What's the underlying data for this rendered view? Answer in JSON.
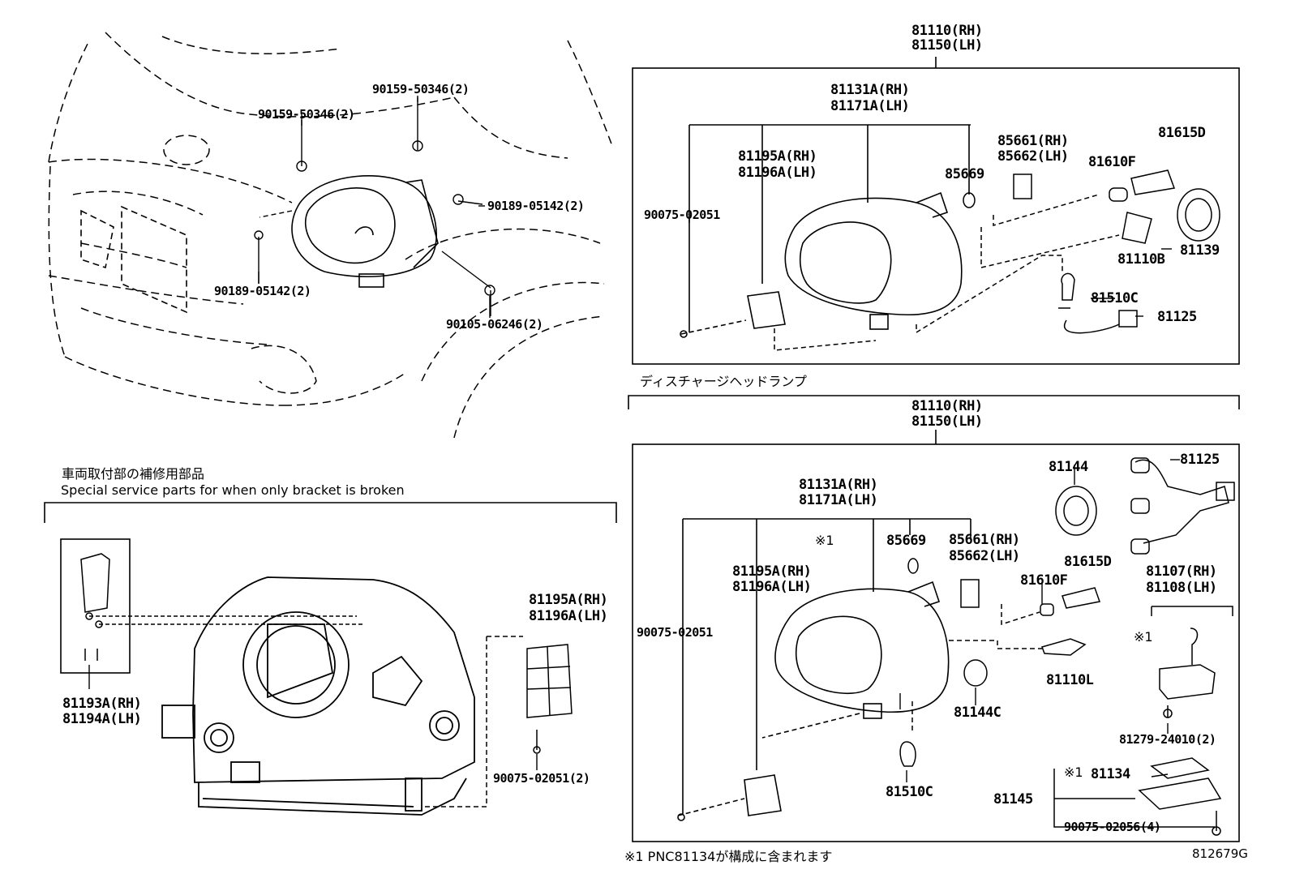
{
  "diagram_id": "812679G",
  "car_view": {
    "bolt_upper_left": "90159-50346(2)",
    "bolt_upper_right": "90159-50346(2)",
    "clip_right": "90189-05142(2)",
    "clip_left": "90189-05142(2)",
    "bolt_lower": "90105-06246(2)"
  },
  "bracket_section": {
    "title_jp": "車両取付部の補修用部品",
    "title_en": "Special service parts for when only bracket is broken",
    "bracket_rh": "81193A(RH)",
    "bracket_lh": "81194A(LH)",
    "adjuster_rh": "81195A(RH)",
    "adjuster_lh": "81196A(LH)",
    "screw": "90075-02051(2)"
  },
  "halogen": {
    "assy_rh": "81110(RH)",
    "assy_lh": "81150(LH)",
    "unit_rh": "81131A(RH)",
    "unit_lh": "81171A(LH)",
    "adjuster_rh": "81195A(RH)",
    "adjuster_lh": "81196A(LH)",
    "screw": "90075-02051",
    "gasket": "85669",
    "motor_rh": "85661(RH)",
    "motor_lh": "85662(LH)",
    "bulb_f": "81610F",
    "socket_d": "81615D",
    "bulb_b": "81110B",
    "cover": "81139",
    "bulb_c": "81510C",
    "socket_wire": "81125"
  },
  "discharge": {
    "title_jp": "ディスチャージヘッドランプ",
    "assy_rh": "81110(RH)",
    "assy_lh": "81150(LH)",
    "unit_rh": "81131A(RH)",
    "unit_lh": "81171A(LH)",
    "unit_mark": "※1",
    "adjuster_rh": "81195A(RH)",
    "adjuster_lh": "81196A(LH)",
    "screw": "90075-02051",
    "gasket": "85669",
    "motor_rh": "85661(RH)",
    "motor_lh": "85662(LH)",
    "cover": "81144",
    "wire": "81125",
    "bulb_f": "81610F",
    "socket_d": "81615D",
    "bulb_l": "81110L",
    "cap": "81144C",
    "bulb_c": "81510C",
    "ballast_rh": "81107(RH)",
    "ballast_lh": "81108(LH)",
    "ballast_mark": "※1",
    "bolt": "81279-24010(2)",
    "computer_mark": "※1",
    "computer": "81134",
    "bracket": "81145",
    "screw2": "90075-02056(4)",
    "footnote": "※1 PNC81134が構成に含まれます"
  }
}
